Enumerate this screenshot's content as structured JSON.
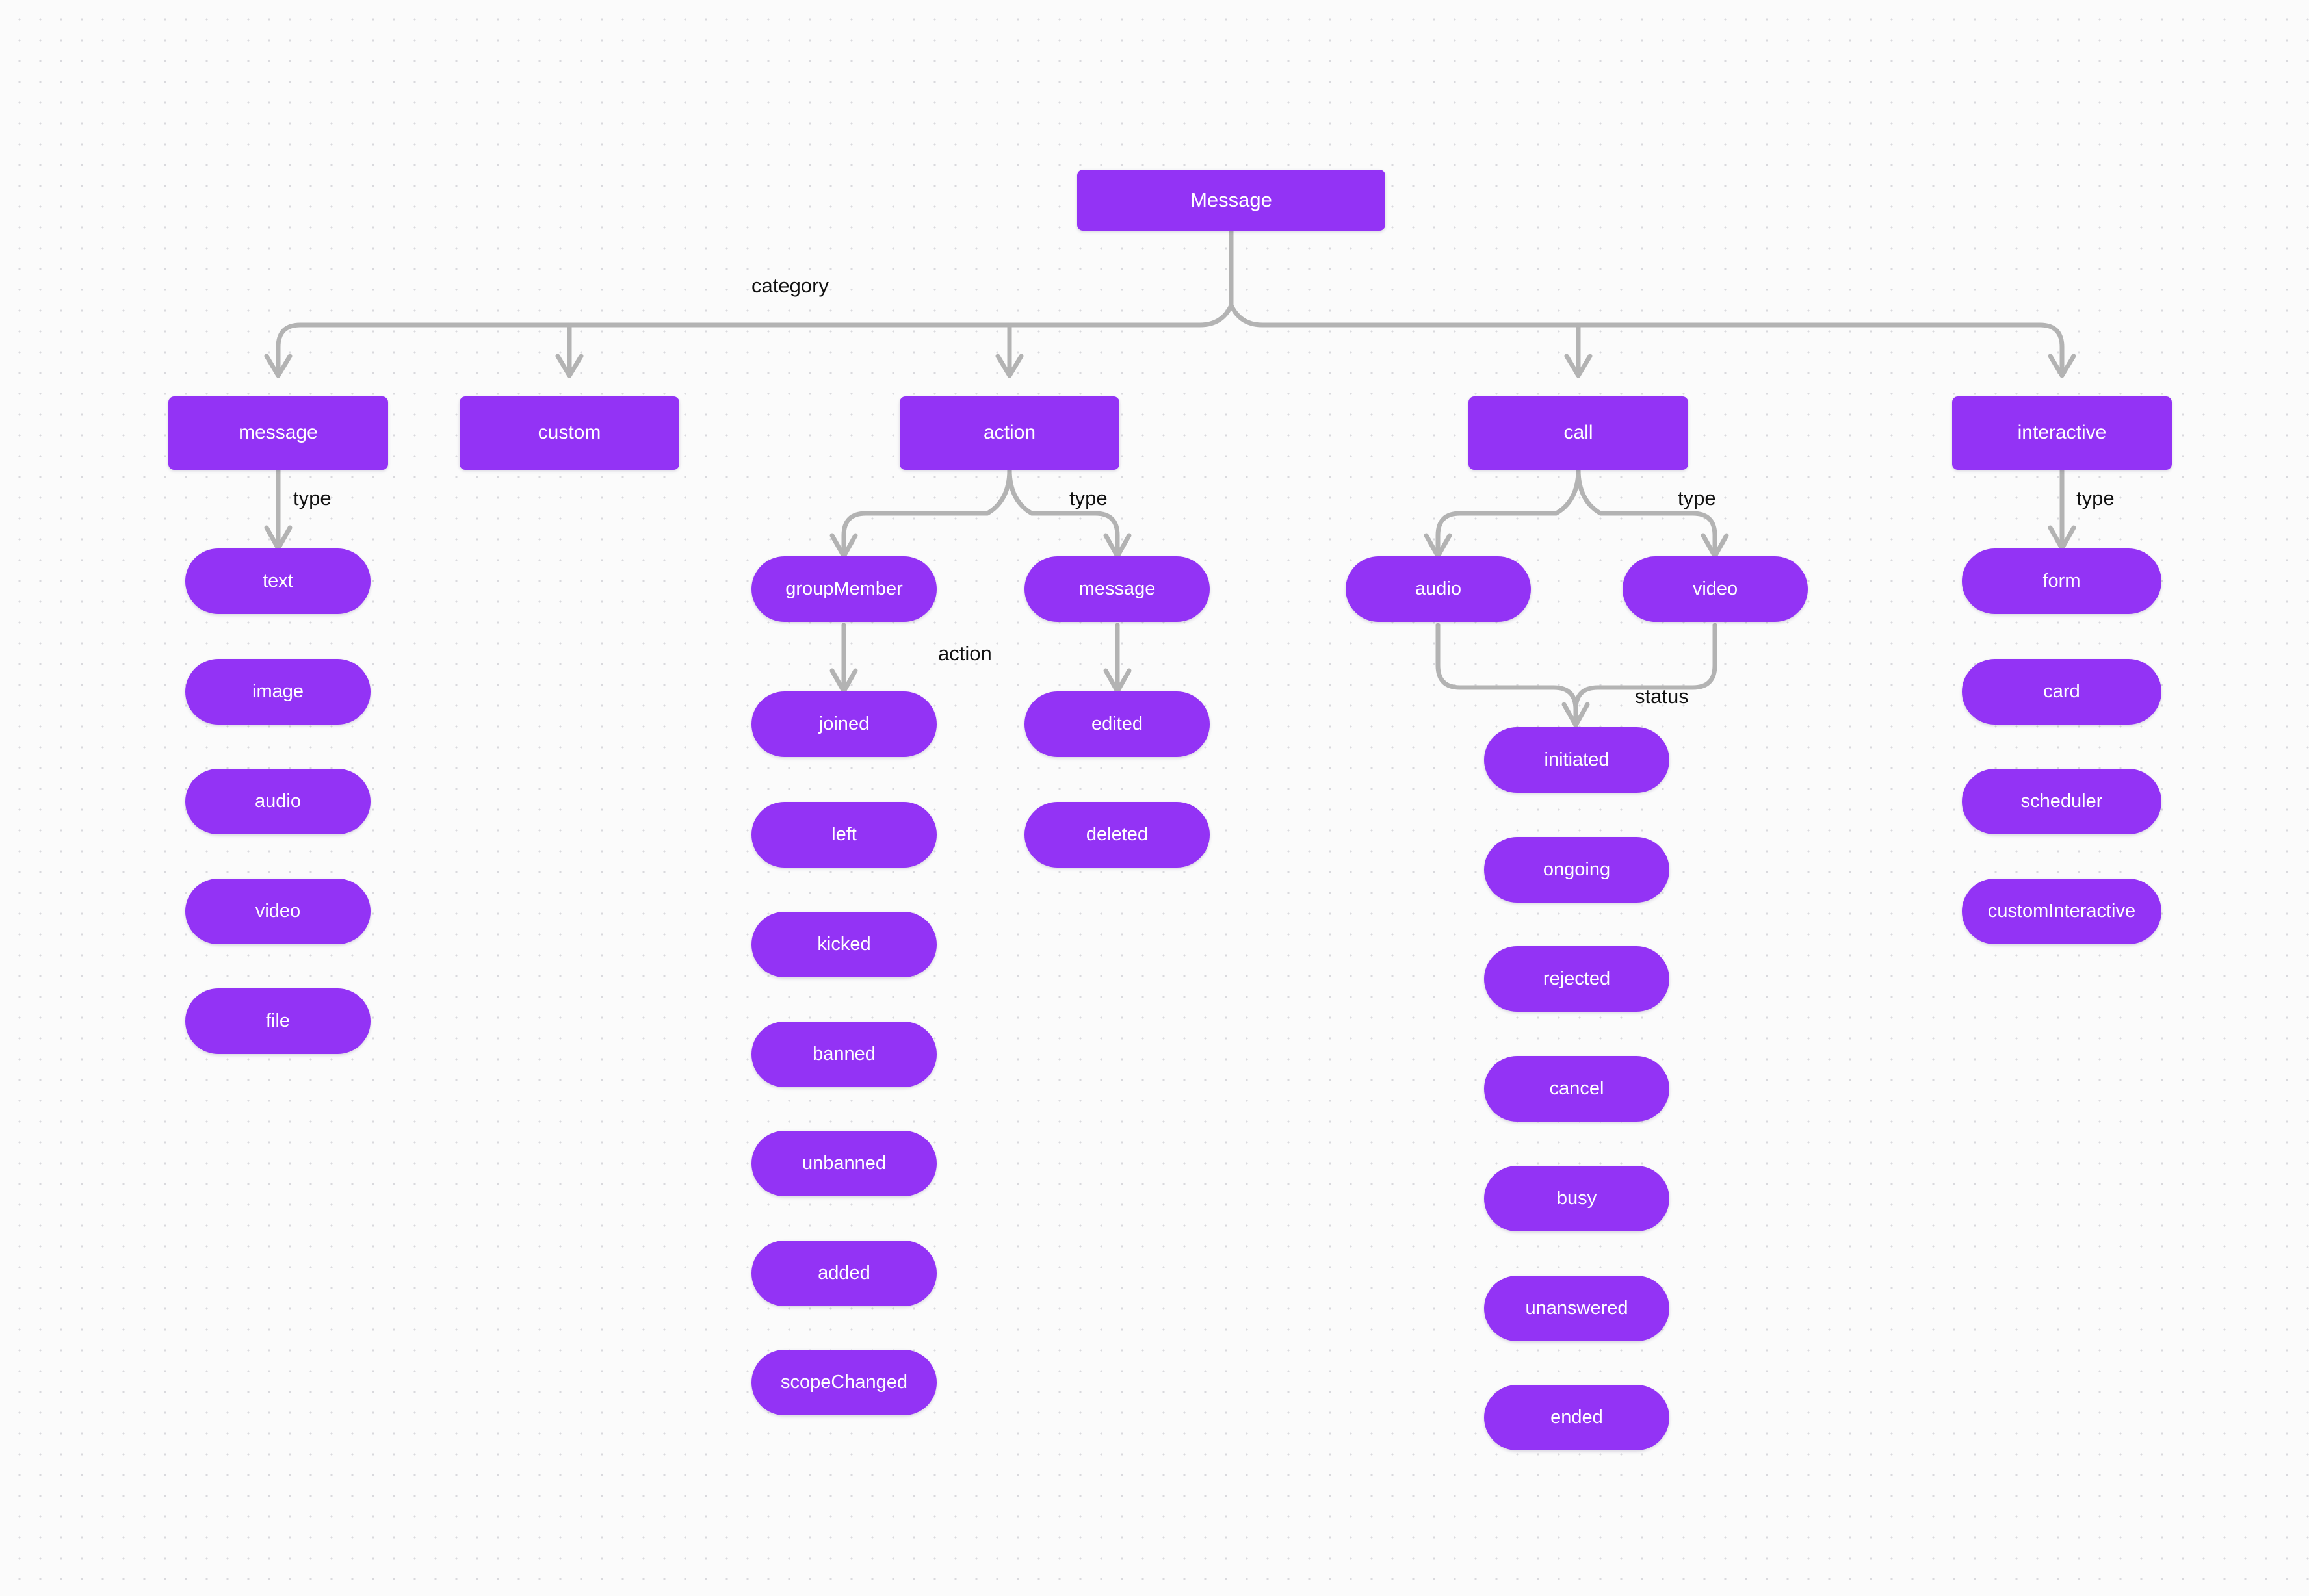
{
  "diagram": {
    "title": "Message",
    "colors": {
      "node_fill": "#9333f5",
      "node_text": "#ffffff",
      "edge": "#b3b3b3",
      "label_text": "#111111",
      "background": "#fbfbfb",
      "grid_dot": "#d9d9dd"
    },
    "root": {
      "label": "Message"
    },
    "edge_labels": {
      "category": "category",
      "type_message": "type",
      "type_action": "type",
      "type_call": "type",
      "type_interactive": "type",
      "action": "action",
      "status": "status"
    },
    "categories": [
      {
        "id": "message",
        "label": "message"
      },
      {
        "id": "custom",
        "label": "custom"
      },
      {
        "id": "action",
        "label": "action"
      },
      {
        "id": "call",
        "label": "call"
      },
      {
        "id": "interactive",
        "label": "interactive"
      }
    ],
    "branches": {
      "message_types": [
        {
          "label": "text"
        },
        {
          "label": "image"
        },
        {
          "label": "audio"
        },
        {
          "label": "video"
        },
        {
          "label": "file"
        }
      ],
      "action_types": [
        {
          "label": "groupMember"
        },
        {
          "label": "message"
        }
      ],
      "group_member_actions": [
        {
          "label": "joined"
        },
        {
          "label": "left"
        },
        {
          "label": "kicked"
        },
        {
          "label": "banned"
        },
        {
          "label": "unbanned"
        },
        {
          "label": "added"
        },
        {
          "label": "scopeChanged"
        }
      ],
      "message_actions": [
        {
          "label": "edited"
        },
        {
          "label": "deleted"
        }
      ],
      "call_types": [
        {
          "label": "audio"
        },
        {
          "label": "video"
        }
      ],
      "call_statuses": [
        {
          "label": "initiated"
        },
        {
          "label": "ongoing"
        },
        {
          "label": "rejected"
        },
        {
          "label": "cancel"
        },
        {
          "label": "busy"
        },
        {
          "label": "unanswered"
        },
        {
          "label": "ended"
        }
      ],
      "interactive_types": [
        {
          "label": "form"
        },
        {
          "label": "card"
        },
        {
          "label": "scheduler"
        },
        {
          "label": "customInteractive"
        }
      ]
    }
  }
}
